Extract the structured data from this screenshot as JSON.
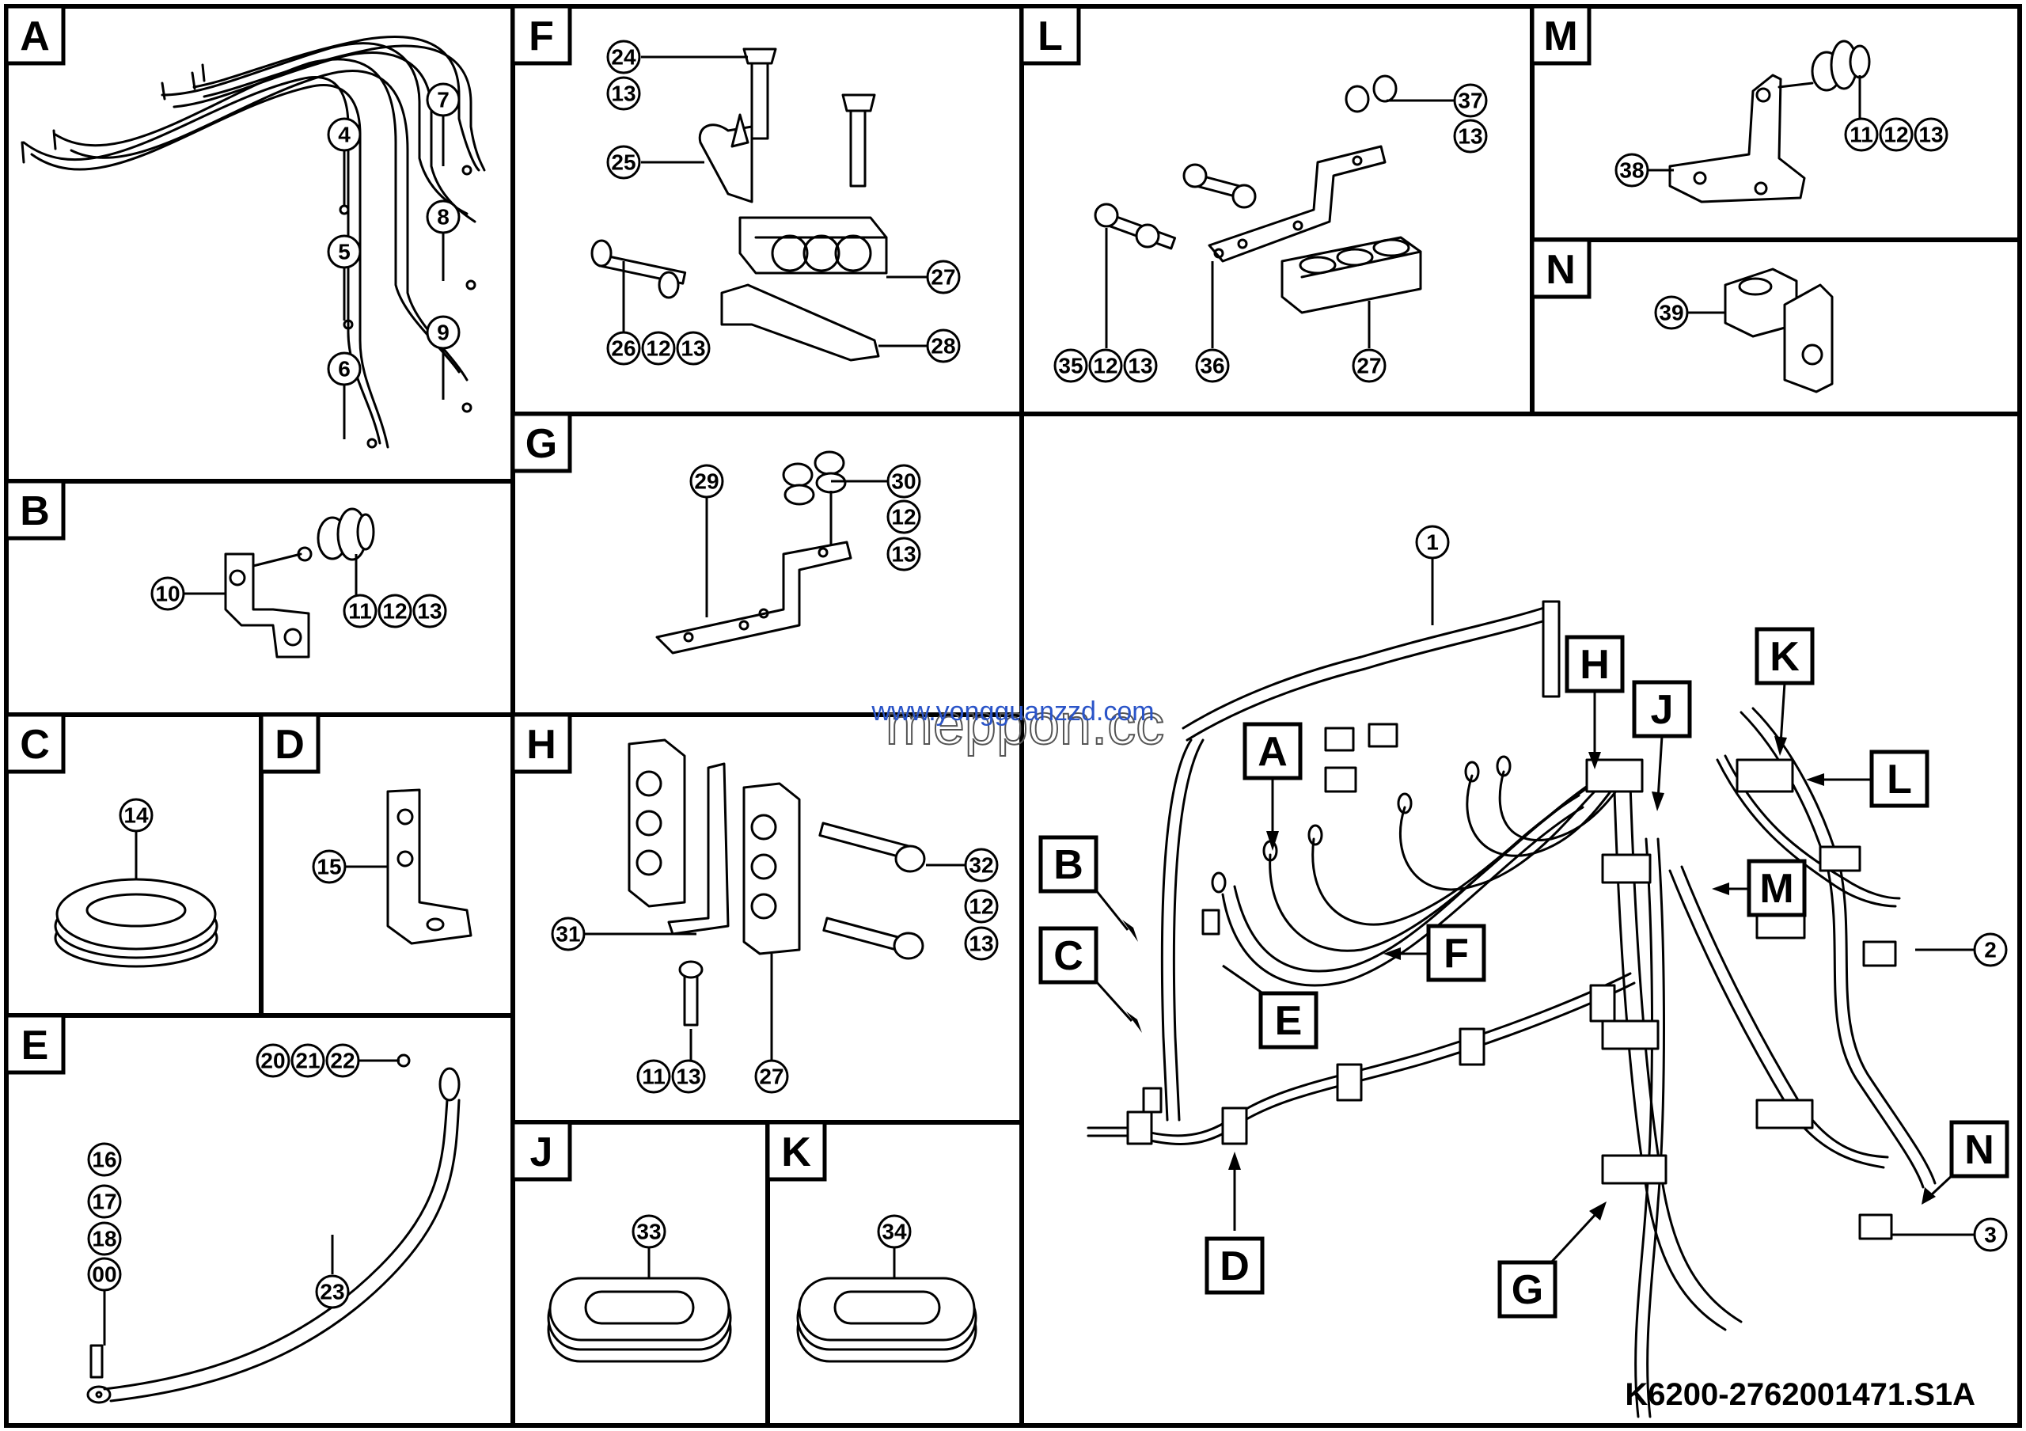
{
  "drawing_code": "K6200-2762001471.S1A",
  "watermark": {
    "url": "www.yongguanzzd.com",
    "brand": "meppon.cc"
  },
  "panels": {
    "A": {
      "letter": "A",
      "callouts": [
        "4",
        "5",
        "6",
        "7",
        "8",
        "9"
      ]
    },
    "B": {
      "letter": "B",
      "callouts": [
        "10",
        "11",
        "12",
        "13"
      ]
    },
    "C": {
      "letter": "C",
      "callouts": [
        "14"
      ]
    },
    "D": {
      "letter": "D",
      "callouts": [
        "15"
      ]
    },
    "E": {
      "letter": "E",
      "callouts": [
        "20",
        "21",
        "22",
        "16",
        "17",
        "18",
        "00",
        "23"
      ]
    },
    "F": {
      "letter": "F",
      "callouts": [
        "24",
        "13",
        "25",
        "27",
        "26",
        "12",
        "13",
        "28"
      ]
    },
    "G": {
      "letter": "G",
      "callouts": [
        "29",
        "30",
        "12",
        "13"
      ]
    },
    "H": {
      "letter": "H",
      "callouts": [
        "31",
        "32",
        "12",
        "13",
        "11",
        "13",
        "27"
      ]
    },
    "J": {
      "letter": "J",
      "callouts": [
        "33"
      ]
    },
    "K": {
      "letter": "K",
      "callouts": [
        "34"
      ]
    },
    "L": {
      "letter": "L",
      "callouts": [
        "37",
        "13",
        "35",
        "12",
        "13",
        "36",
        "27"
      ]
    },
    "M": {
      "letter": "M",
      "callouts": [
        "38",
        "11",
        "12",
        "13"
      ]
    },
    "N": {
      "letter": "N",
      "callouts": [
        "39"
      ]
    }
  },
  "overview": {
    "callouts": [
      "1",
      "2",
      "3"
    ],
    "view_labels": [
      "A",
      "B",
      "C",
      "D",
      "E",
      "F",
      "G",
      "H",
      "J",
      "K",
      "L",
      "M",
      "N"
    ]
  }
}
